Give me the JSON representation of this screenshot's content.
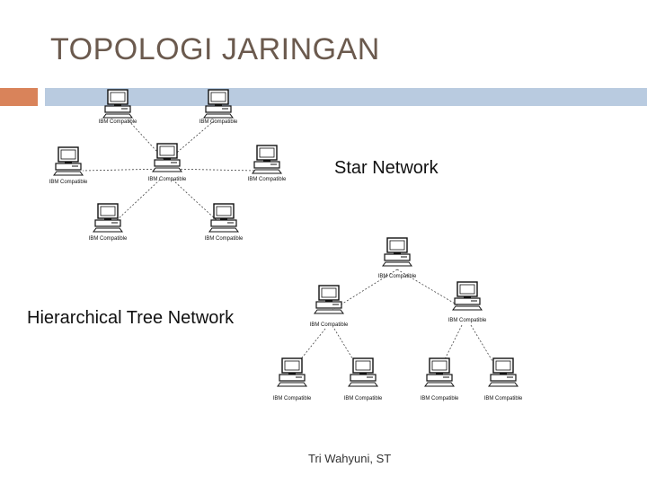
{
  "slide": {
    "title": "TOPOLOGI JARINGAN",
    "star_label": "Star Network",
    "tree_label": "Hierarchical Tree Network",
    "footer": "Tri Wahyuni, ST"
  },
  "colors": {
    "title": "#6b5a4e",
    "accent_orange": "#d9835a",
    "accent_blue": "#b9cbe0",
    "line": "#444444"
  },
  "nodes": {
    "computer_caption": "IBM Compatible"
  },
  "star_nodes": [
    "center",
    "top-left",
    "top-right",
    "left",
    "right",
    "bottom-left",
    "bottom-right"
  ],
  "tree_nodes": [
    "root",
    "mid-left",
    "mid-right",
    "leaf-1",
    "leaf-2",
    "leaf-3",
    "leaf-4"
  ]
}
